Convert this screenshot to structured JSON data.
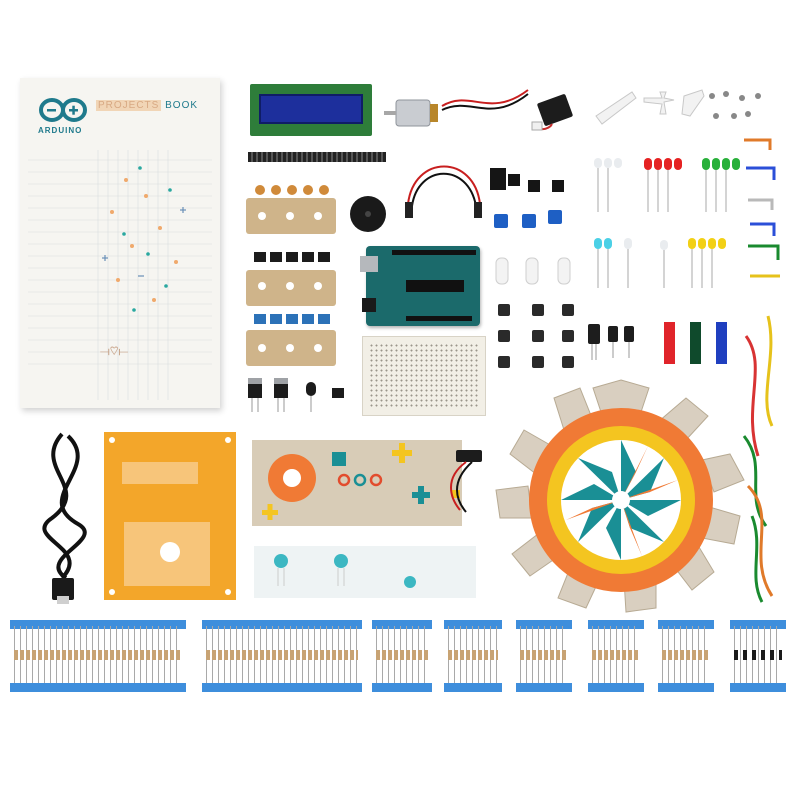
{
  "book": {
    "brand": "ARDUINO",
    "title_part1": "PROJECTS",
    "title_part2": " BOOK"
  },
  "colors": {
    "arduino_teal": "#1f7a8c",
    "cardboard": "#cfb48a",
    "orange_plate": "#f3a62a",
    "tape_blue": "#3e8edc",
    "zoetrope_orange": "#f07a35",
    "zoetrope_teal": "#1a8f95",
    "zoetrope_yellow": "#f4c520"
  },
  "icons": {
    "book_logo": "arduino-infinity-icon",
    "book_ornament": "heart-ornament-icon"
  },
  "kit_items": [
    "projects-book",
    "lcd-display",
    "pin-header",
    "dc-motor",
    "servo-motor",
    "jumper-cables",
    "capacitors",
    "transistors",
    "voltage-regulators",
    "piezo-buzzer",
    "arduino-uno-board",
    "breadboard",
    "integrated-circuits",
    "potentiometers",
    "leds",
    "photoresistors",
    "pushbuttons",
    "electrolytic-capacitors",
    "color-gels",
    "usb-cable",
    "orange-plate",
    "game-card",
    "battery-snap",
    "zoetrope-disc",
    "diffuser-sheet",
    "resistor-bands",
    "diodes",
    "solid-jumper-wires"
  ]
}
